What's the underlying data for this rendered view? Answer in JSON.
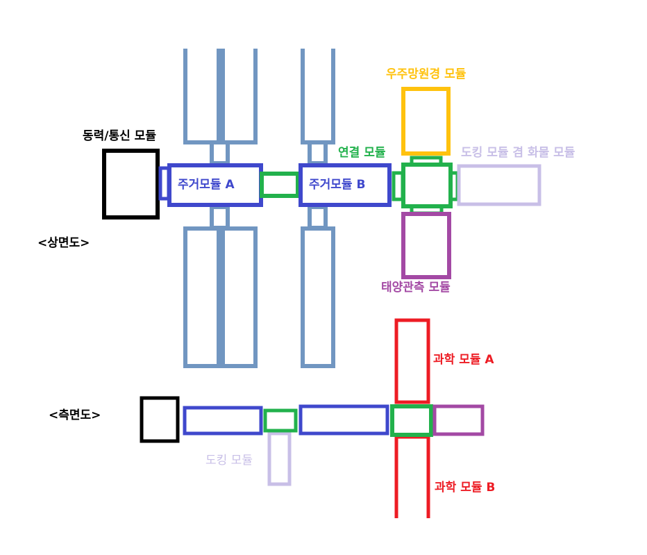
{
  "colors": {
    "solar": "#7196c1",
    "habitat": "#3f48cc",
    "connector": "#22b14c",
    "power": "#000000",
    "telescope": "#ffc20e",
    "docking": "#c8bfe7",
    "solar_obs": "#a349a4",
    "science": "#ed1c24"
  },
  "top_view": {
    "title": "<상면도>",
    "power_label": "동력/통신 모듈",
    "habitat_a_label": "주거모듈 A",
    "habitat_b_label": "주거모듈 B",
    "connector_label": "연결 모듈",
    "telescope_label": "우주망원경 모듈",
    "docking_cargo_label": "도킹 모듈 겸 화물 모듈",
    "solar_obs_label": "태양관측 모듈"
  },
  "side_view": {
    "title": "<측면도>",
    "science_a_label": "과학 모듈 A",
    "science_b_label": "과학 모듈 B",
    "docking_label": "도킹 모듈"
  }
}
